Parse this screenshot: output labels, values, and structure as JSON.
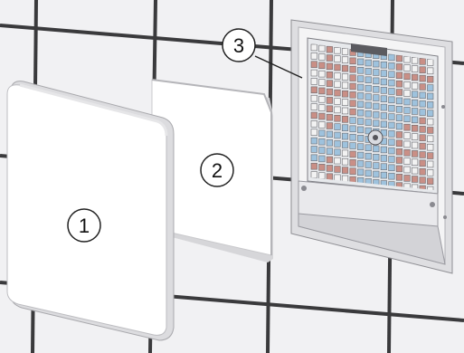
{
  "colors": {
    "tile_face": "#f1f1f3",
    "grout": "#3a3a3c",
    "panel_face": "#ffffff",
    "panel_edge": "#c9c9cc",
    "frame_face": "#f4f4f5",
    "grille_mesh": "#6b6b70",
    "grille_blue": "#9ec2dd",
    "grille_red": "#c98f86",
    "callout_stroke": "#222222"
  },
  "callouts": [
    {
      "id": "front-cover",
      "label": "1"
    },
    {
      "id": "gasket-plate",
      "label": "2"
    },
    {
      "id": "fan-unit",
      "label": "3"
    }
  ]
}
